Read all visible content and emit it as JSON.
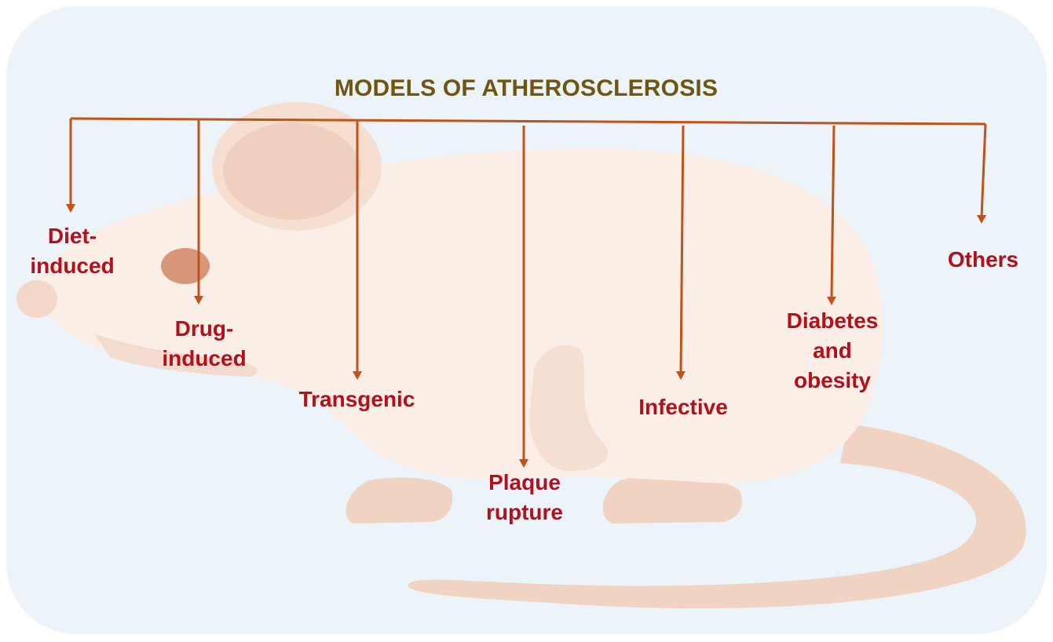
{
  "title": "MODELS OF ATHEROSCLEROSIS",
  "colors": {
    "background": "#ecf3f9",
    "title": "#6e5510",
    "labels": "#b40f1a",
    "arrows": "#c0521a",
    "mouse_body": "#fbeee6",
    "mouse_shadow": "#f0d3c3",
    "mouse_eye": "#d8977a"
  },
  "models": [
    {
      "id": "diet-induced",
      "label": "Diet-\ninduced"
    },
    {
      "id": "drug-induced",
      "label": "Drug-\ninduced"
    },
    {
      "id": "transgenic",
      "label": "Transgenic"
    },
    {
      "id": "plaque-rupture",
      "label": "Plaque\nrupture"
    },
    {
      "id": "infective",
      "label": "Infective"
    },
    {
      "id": "diabetes-obesity",
      "label": "Diabetes\nand\nobesity"
    },
    {
      "id": "others",
      "label": "Others"
    }
  ]
}
